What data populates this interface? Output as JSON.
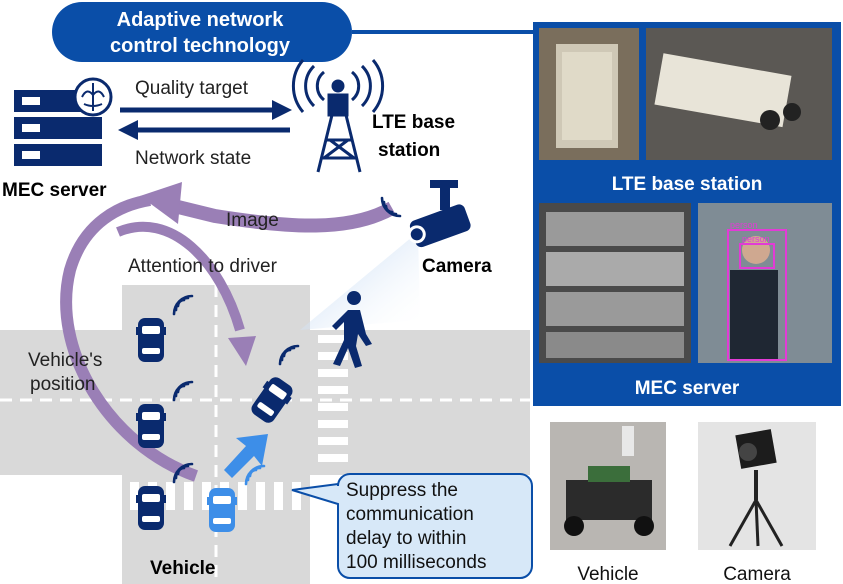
{
  "title": {
    "line1": "Adaptive network",
    "line2": "control technology"
  },
  "arrows": {
    "quality_target": "Quality target",
    "network_state": "Network state",
    "image": "Image",
    "attention": "Attention to driver",
    "vehicle_position_1": "Vehicle's",
    "vehicle_position_2": "position"
  },
  "nodes": {
    "mec_server": "MEC server",
    "lte_line1": "LTE base",
    "lte_line2": "station",
    "camera": "Camera",
    "vehicle": "Vehicle"
  },
  "callout": {
    "line1": "Suppress the",
    "line2": "communication",
    "line3": "delay to within",
    "line4": "100 milliseconds"
  },
  "photos": {
    "lte_caption": "LTE base station",
    "mec_caption": "MEC server",
    "vehicle_caption": "Vehicle",
    "camera_caption": "Camera",
    "person_tag_1": "person",
    "person_tag_2": "person"
  },
  "colors": {
    "navy": "#0a2a6e",
    "panel_blue": "#0a4ea8",
    "purple": "#9a7fb6",
    "vehicle_blue": "#3d8ee8",
    "road_gray": "#d9d9d9",
    "callout_fill": "#d7e8f8"
  },
  "icons": [
    "server-rack-icon",
    "brain-icon",
    "radio-tower-icon",
    "security-camera-icon",
    "pedestrian-icon",
    "car-icon",
    "wifi-signal-icon"
  ]
}
